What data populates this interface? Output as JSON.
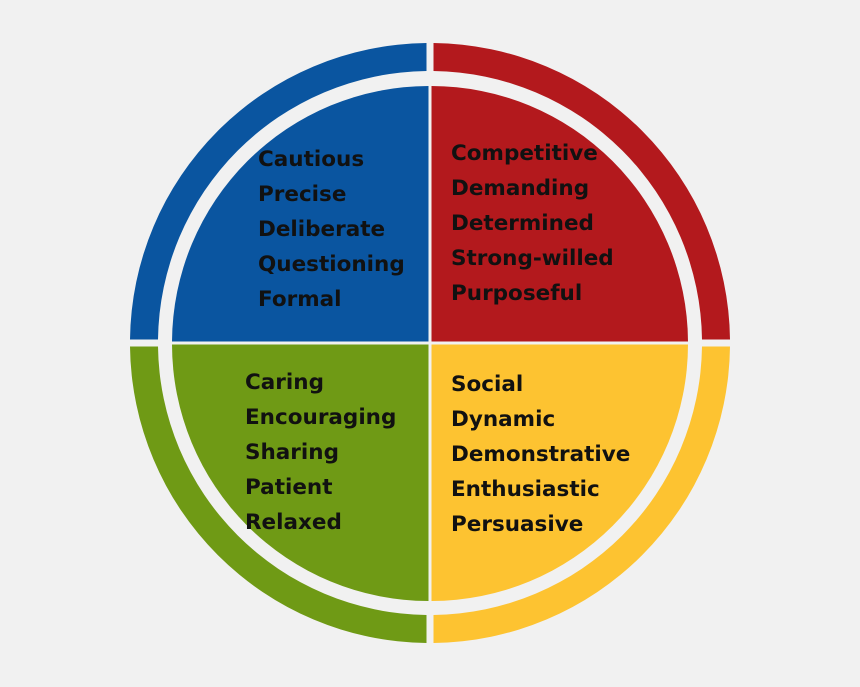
{
  "colors": {
    "background": "#f1f1f1",
    "blue": "#0a55a0",
    "red": "#b3191d",
    "green": "#6f9a15",
    "yellow": "#fdc331",
    "divider": "#ffffff"
  },
  "quadrants": [
    {
      "id": "blue",
      "position": "top-left",
      "words": [
        "Cautious",
        "Precise",
        "Deliberate",
        "Questioning",
        "Formal"
      ]
    },
    {
      "id": "red",
      "position": "top-right",
      "words": [
        "Competitive",
        "Demanding",
        "Determined",
        "Strong-willed",
        "Purposeful"
      ]
    },
    {
      "id": "green",
      "position": "bottom-left",
      "words": [
        "Caring",
        "Encouraging",
        "Sharing",
        "Patient",
        "Relaxed"
      ]
    },
    {
      "id": "yellow",
      "position": "bottom-right",
      "words": [
        "Social",
        "Dynamic",
        "Demonstrative",
        "Enthusiastic",
        "Persuasive"
      ]
    }
  ]
}
